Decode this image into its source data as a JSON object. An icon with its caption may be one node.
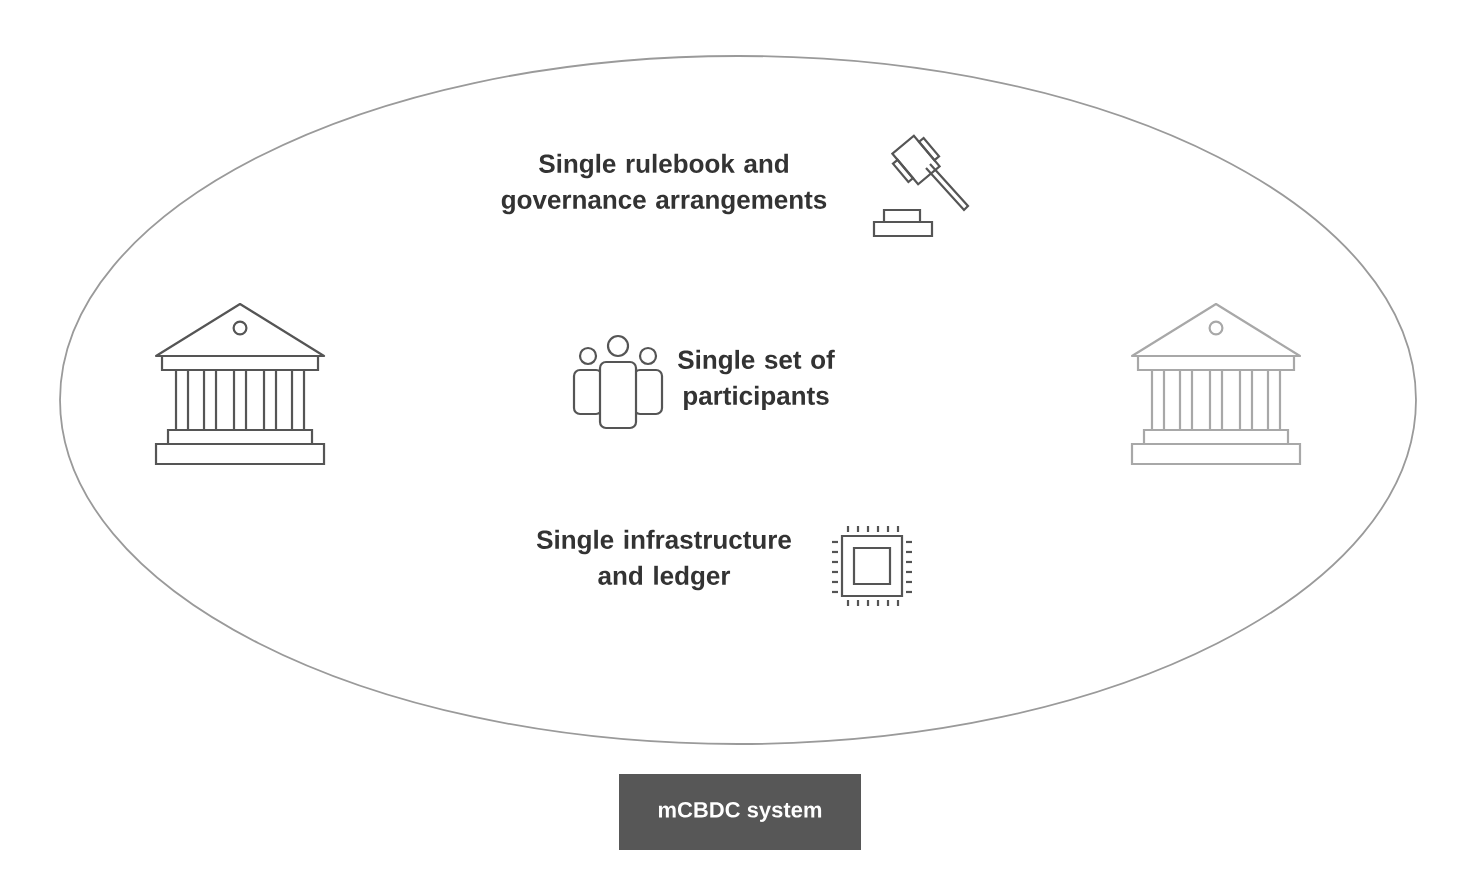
{
  "diagram": {
    "nodes": [
      {
        "text": [],
        "shape": "ellipse"
      },
      {
        "text": [
          "mCBDC system"
        ]
      }
    ],
    "labels": [
      "Single rulebook and governance arrangements",
      "Single set of participants",
      "Single infrastructure and ledger"
    ]
  }
}
